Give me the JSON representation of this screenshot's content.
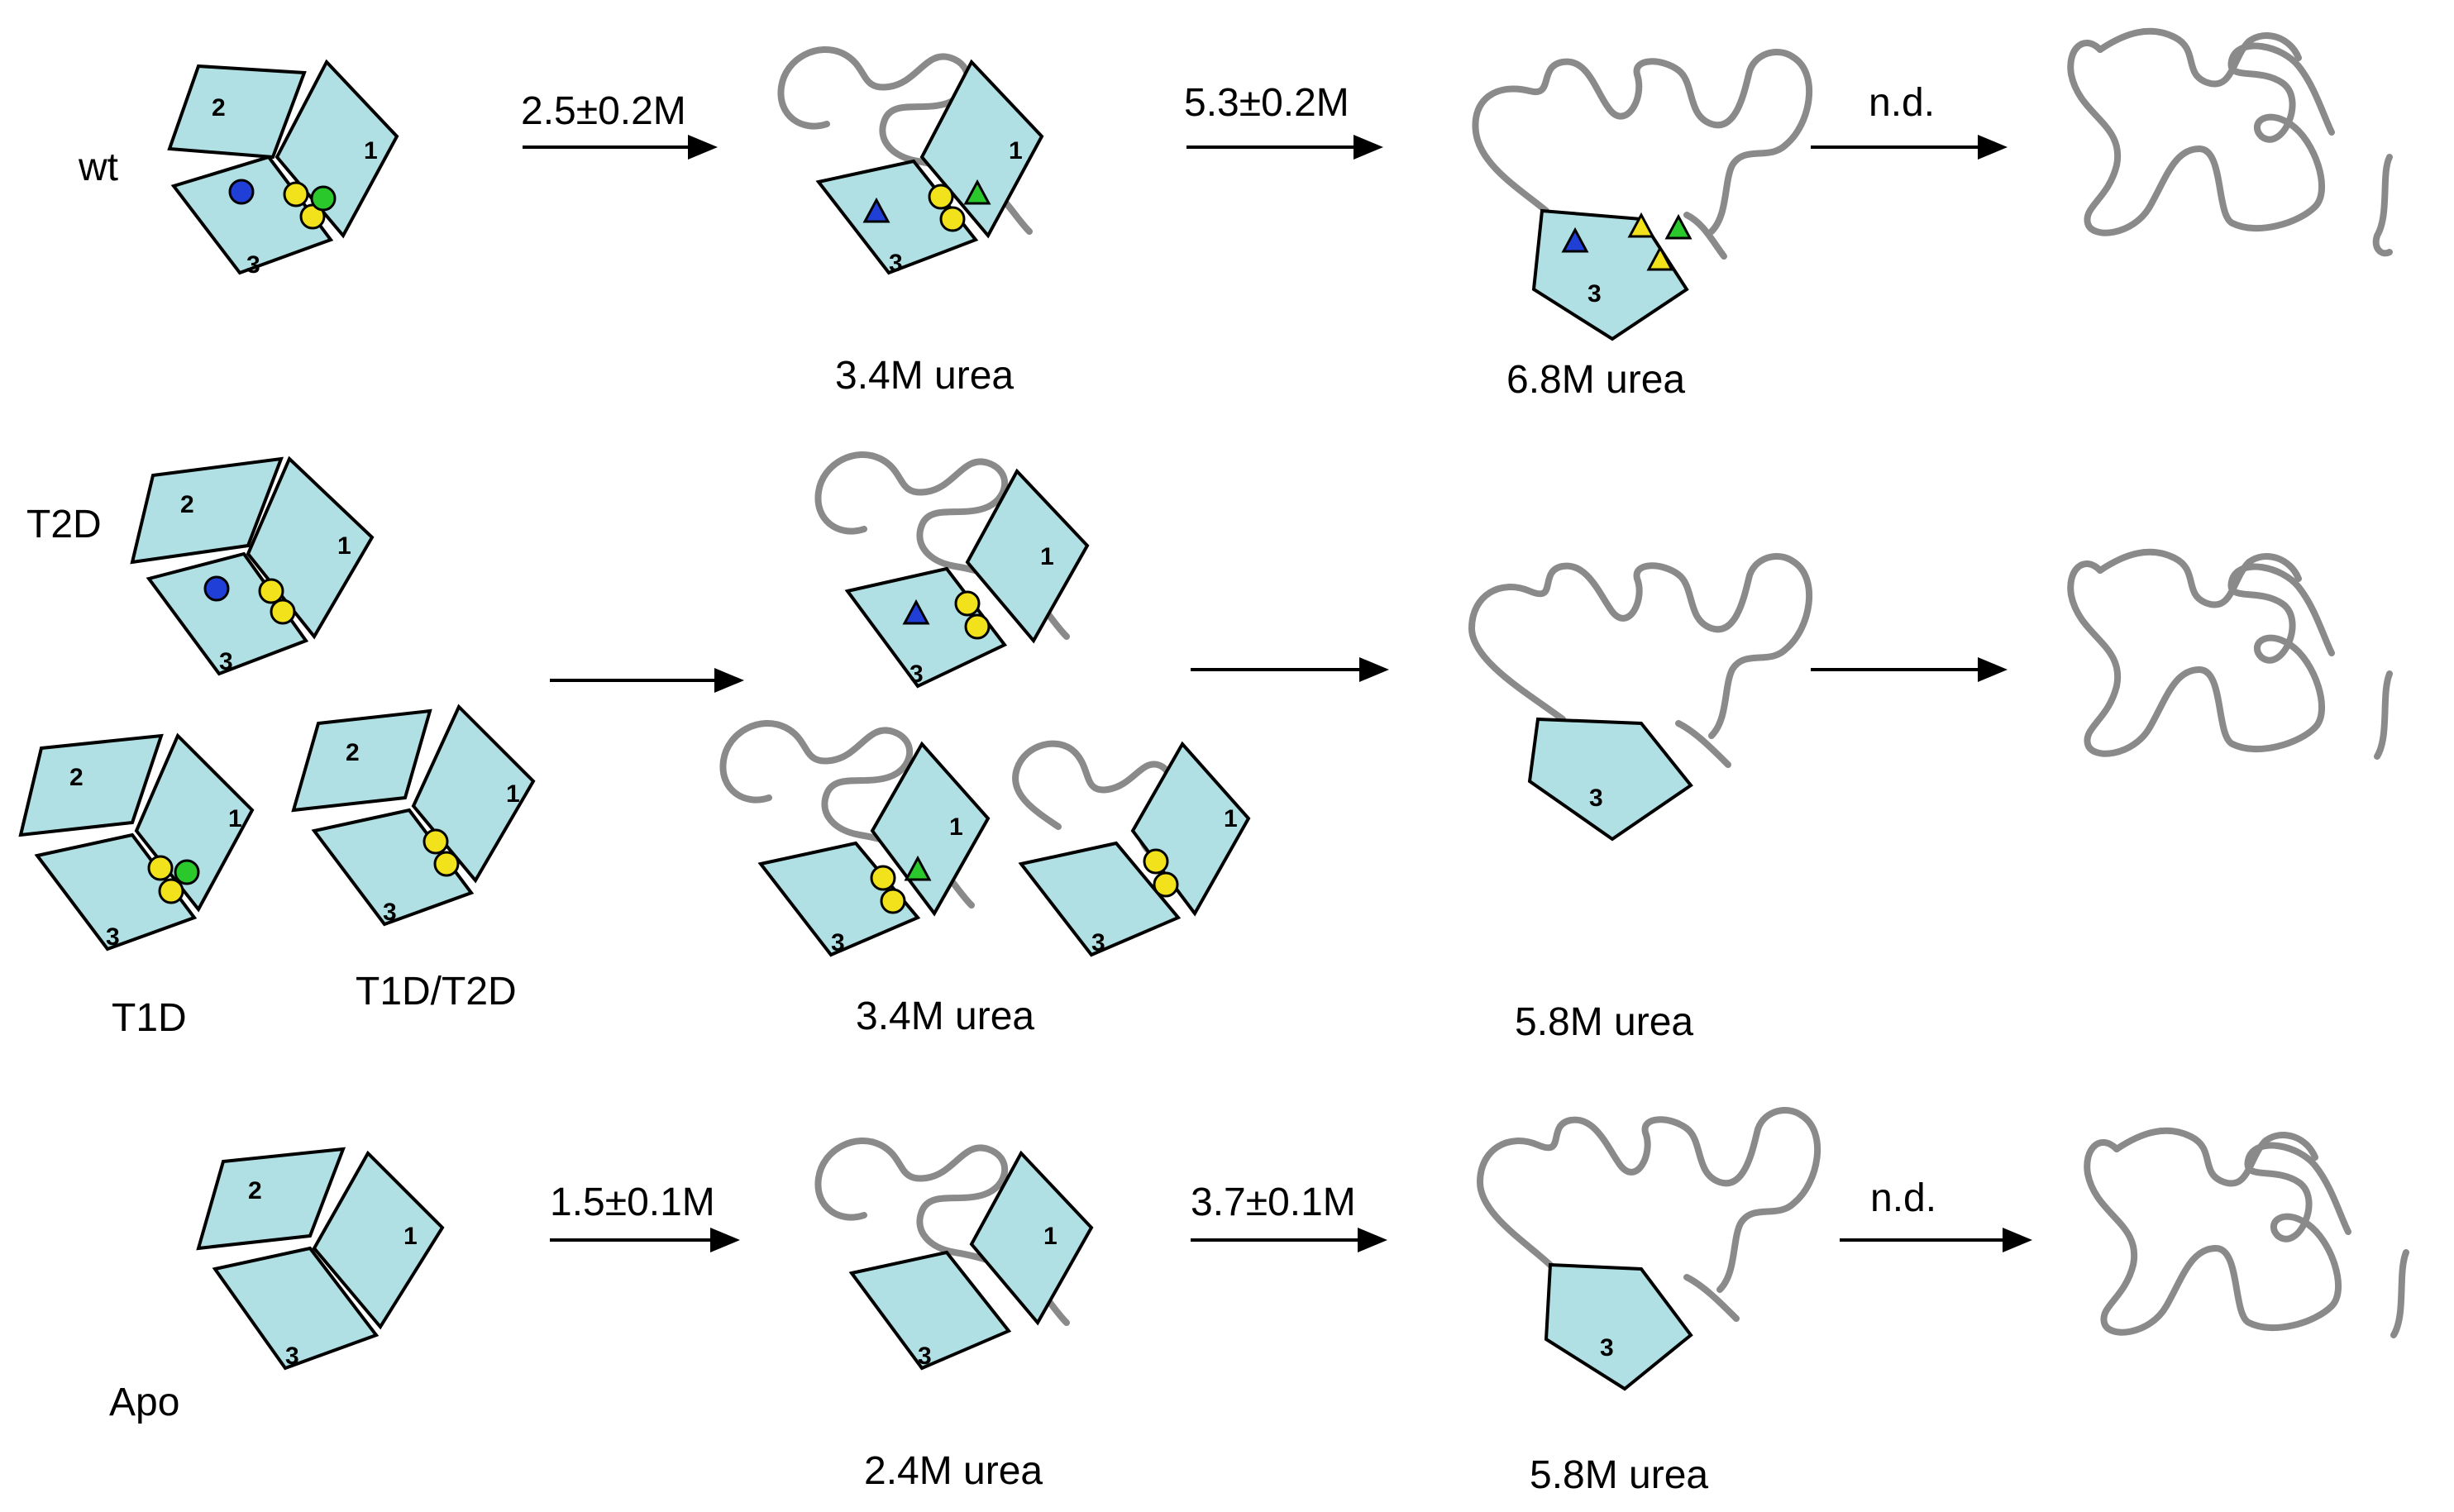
{
  "colors": {
    "domain_fill": "#b0e0e4",
    "domain_stroke": "#000000",
    "unfolded_chain": "#8a8a8a",
    "ion_blue": "#1f3fd6",
    "ion_yellow": "#f2e21c",
    "ion_green": "#2bc82b",
    "background": "#ffffff"
  },
  "domains": {
    "d1": "1",
    "d2": "2",
    "d3": "3"
  },
  "rows": {
    "wt": {
      "label": "wt",
      "arrow1": "2.5±0.2M",
      "arrow2": "5.3±0.2M",
      "arrow3": "n.d.",
      "state2_caption": "3.4M urea",
      "state3_caption": "6.8M urea"
    },
    "mutants": {
      "label_t2d": "T2D",
      "label_t1d": "T1D",
      "label_t1d_t2d": "T1D/T2D",
      "state2_caption": "3.4M urea",
      "state3_caption": "5.8M urea"
    },
    "apo": {
      "label": "Apo",
      "arrow1": "1.5±0.1M",
      "arrow2": "3.7±0.1M",
      "arrow3": "n.d.",
      "state2_caption": "2.4M urea",
      "state3_caption": "5.8M urea"
    }
  },
  "ion_markers": {
    "circle": "bound-ion-circle",
    "triangle": "perturbed-ion-triangle"
  }
}
